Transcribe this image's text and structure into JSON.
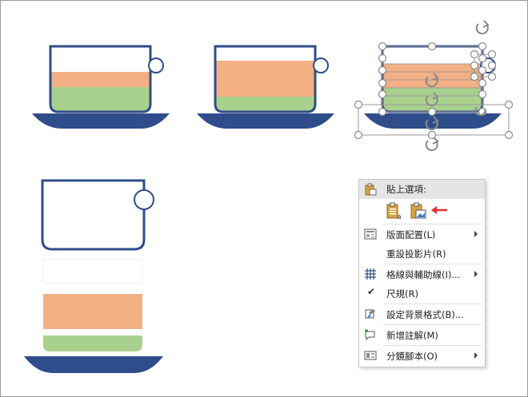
{
  "colors": {
    "cup_blue": "#2e4d8a",
    "coffee_orange": "#f2b084",
    "milk_green": "#a9d18e",
    "handle_gray": "#9a9a9a",
    "arrow_red": "#e03030"
  },
  "context_menu": {
    "header_label": "貼上選項:",
    "paste_options": [
      {
        "name": "paste-keep-text-icon"
      },
      {
        "name": "paste-as-picture-icon"
      }
    ],
    "items": [
      {
        "label": "版面配置(L)",
        "icon": "layout-icon",
        "submenu": true
      },
      {
        "label": "重設投影片(R)",
        "icon": "",
        "submenu": false
      },
      {
        "label": "格線與輔助線(I)...",
        "icon": "grid-icon",
        "submenu": true
      },
      {
        "label": "尺規(R)",
        "icon": "checkmark-icon",
        "submenu": false
      },
      {
        "label": "設定背景格式(B)...",
        "icon": "format-background-icon",
        "submenu": false
      },
      {
        "label": "新增註解(M)",
        "icon": "new-comment-icon",
        "submenu": false
      },
      {
        "label": "分鏡腳本(O)",
        "icon": "storyboard-icon",
        "submenu": true
      }
    ]
  }
}
